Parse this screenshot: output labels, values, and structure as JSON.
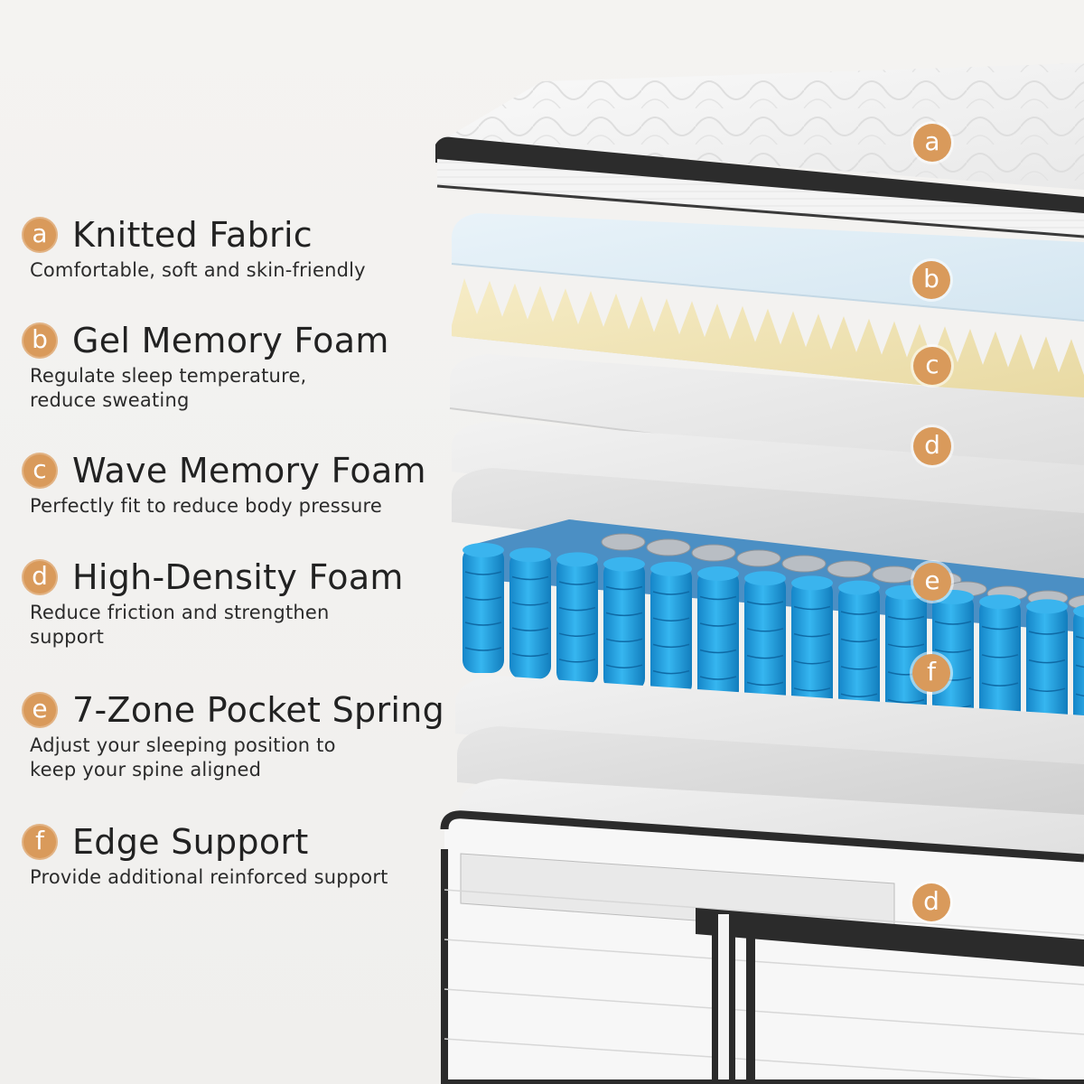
{
  "features": [
    {
      "letter": "a",
      "title": "Knitted Fabric",
      "desc": "Comfortable, soft and skin-friendly"
    },
    {
      "letter": "b",
      "title": "Gel Memory Foam",
      "desc": "Regulate sleep temperature,\nreduce sweating"
    },
    {
      "letter": "c",
      "title": "Wave Memory Foam",
      "desc": "Perfectly fit to reduce body pressure"
    },
    {
      "letter": "d",
      "title": "High-Density Foam",
      "desc": "Reduce friction and strengthen\nsupport"
    },
    {
      "letter": "e",
      "title": "7-Zone Pocket Spring",
      "desc": "Adjust your sleeping position to\nkeep your spine aligned"
    },
    {
      "letter": "f",
      "title": "Edge Support",
      "desc": "Provide additional reinforced support"
    }
  ],
  "layer_labels": [
    "a",
    "b",
    "c",
    "d",
    "e",
    "f",
    "d"
  ],
  "colors": {
    "badge": "#d99a5b",
    "spring_blue": "#1f9fe0",
    "gel": "#dcecf5",
    "wave": "#efe2b4"
  }
}
